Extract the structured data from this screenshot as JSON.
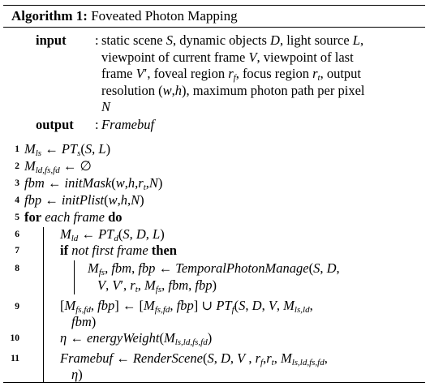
{
  "algorithm": {
    "caption_label": "Algorithm 1:",
    "caption_title": "Foveated Photon Mapping",
    "input_label": "input",
    "input_lines": [
      "static scene S, dynamic objects D, light source L,",
      "viewpoint of current frame V, viewpoint of last",
      "frame V′, foveal region r_f, focus region r_t, output",
      "resolution (w,h), maximum photon path per pixel",
      "N"
    ],
    "output_label": "output",
    "output_value": "Framebuf",
    "line_numbers": [
      "1",
      "2",
      "3",
      "4",
      "5",
      "6",
      "7",
      "8",
      "9",
      "10",
      "11"
    ],
    "keywords": {
      "for": "for",
      "each_frame": "each frame",
      "do": "do",
      "if": "if",
      "not_first_frame": "not first frame",
      "then": "then"
    },
    "lines": {
      "l1": "M_ls ← PT_s(S, L)",
      "l2": "M_ld,fs,fd ← ∅",
      "l3": "fbm ← initMask(w,h,r_t,N)",
      "l4": "fbp ← initPlist(w,h,N)",
      "l6": "M_ld ← PT_d(S, D, L)",
      "l8a": "M_fs, fbm, fbp ← TemporalPhotonManage(S, D,",
      "l8b": "V, V′, r_t, M_fs, fbm, fbp)",
      "l9a": "[M_fs,fd, fbp] ← [M_fs,fd, fbp] ∪ PT_f(S, D, V, M_ls,ld,",
      "l9b": "fbm)",
      "l10": "η ← energyWeight(M_ls,ld,fs,fd)",
      "l11a": "Framebuf ← RenderScene(S, D, V, r_f,r_t, M_ls,ld,fs,fd,",
      "l11b": "η)"
    }
  }
}
